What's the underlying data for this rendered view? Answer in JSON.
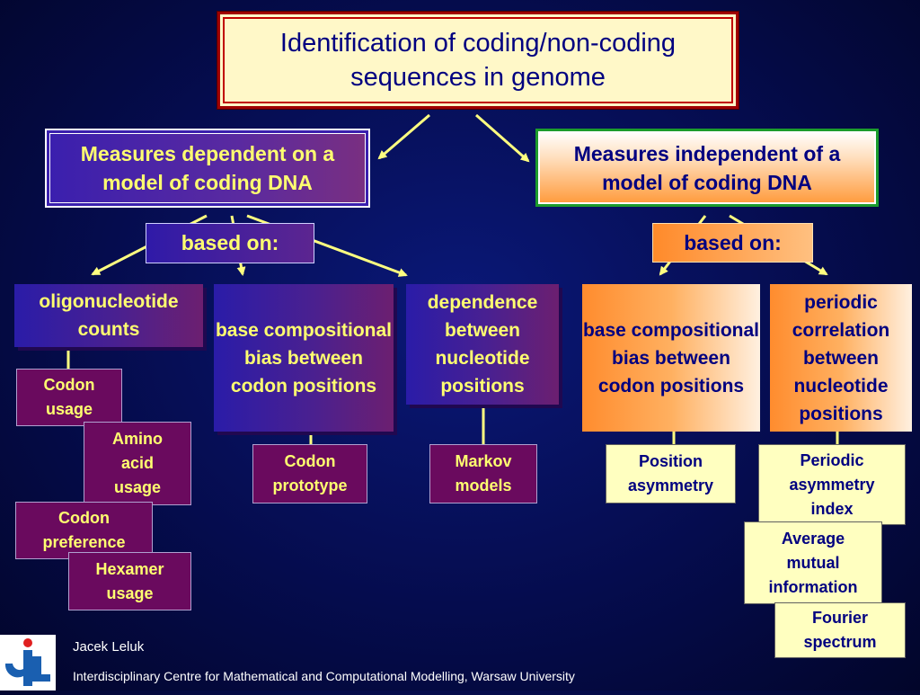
{
  "title": "Identification of coding/non-coding sequences in genome",
  "left_head": "Measures dependent on a model of coding DNA",
  "right_head": "Measures independent of a model of coding DNA",
  "left_based": "based on:",
  "right_based": "based on:",
  "categories": {
    "oligo": "oligonucleotide counts",
    "base_bias_left": "base compositional bias between codon positions",
    "dependence": "dependence between nucleotide positions",
    "base_bias_right": "base compositional bias between codon positions",
    "periodic": "periodic correlation between nucleotide positions"
  },
  "leaves": {
    "codon_usage": "Codon usage",
    "amino_acid_usage": "Amino acid usage",
    "codon_preference": "Codon preference",
    "hexamer_usage": "Hexamer usage",
    "codon_prototype": "Codon prototype",
    "markov_models": "Markov models",
    "position_asymmetry": "Position asymmetry",
    "periodic_asymmetry_index": "Periodic asymmetry index",
    "average_mutual_information": "Average mutual information",
    "fourier_spectrum": "Fourier spectrum"
  },
  "footer": {
    "author": "Jacek Leluk",
    "institution": "Interdisciplinary Centre for Mathematical and Computational Modelling, Warsaw University"
  },
  "colors": {
    "arrow": "#ffff80",
    "connector": "#ffff80",
    "purple_text": "#ffff70",
    "navy_text": "#000080"
  }
}
